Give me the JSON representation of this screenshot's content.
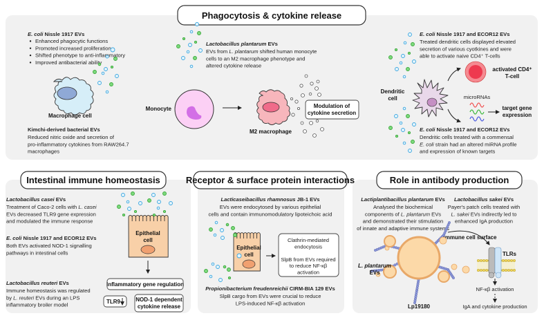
{
  "colors": {
    "panel": "#f1f1f1",
    "ev_green": "#7ed97e",
    "ev_blue": "#e3f4fc",
    "macrophage": "#d6eef8",
    "monocyte": "#fcd0f5",
    "m2_macrophage": "#f7b6bc",
    "dendritic": "#e9d8ea",
    "t_cell": "#ee3a4f",
    "epithelial": "#f8d0a8",
    "plantarum_ev": "#fcd9a8"
  },
  "phagocytosis": {
    "title": "Phagocytosis & cytokine release",
    "nissle": {
      "heading": [
        {
          "i": "E. coli"
        },
        " Nissle 1917 EVs"
      ],
      "bullets": [
        "Enhanced phagocytic functions",
        "Promoted increased proliferation",
        "Shifted phenotype to anti-inflammatory",
        "Improved antibacterial ability"
      ]
    },
    "macrophage_label": "Macrophage cell",
    "kimchi": {
      "heading": [
        "Kimchi-derived bacterial EVs"
      ],
      "lines": [
        [
          "Reduced nitric oxide and secretion of"
        ],
        [
          "pro-inflammatory cytokines from RAW264.7"
        ],
        [
          "macrophages"
        ]
      ]
    },
    "plantarum": {
      "heading": [
        {
          "i": "Lactobacillus plantarum"
        },
        " EVs"
      ],
      "lines": [
        [
          "EVs from ",
          {
            "i": "L. plantarum"
          },
          " shifted human monocyte"
        ],
        [
          "cells to an M2 macrophage phenotype and"
        ],
        [
          "altered cytokine release"
        ]
      ]
    },
    "monocyte_label": "Monocyte",
    "m2_label": "M2 macrophage",
    "modulation_box": [
      "Modulation of",
      "cytokine secretion"
    ],
    "dendritic_top": {
      "heading": [
        {
          "i": "E. coli"
        },
        " Nissle 1917 and ECOR12 EVs"
      ],
      "lines": [
        [
          "Treated dendritic cells displayed elevated"
        ],
        [
          "secretion of various cyotkines and were"
        ],
        [
          "able to activate naive CD4⁺ T-cells"
        ]
      ]
    },
    "dendritic_label": [
      "Dendritic",
      "cell"
    ],
    "tcell_label": [
      "activated CD4⁺",
      "T-cell"
    ],
    "microrna_label": "microRNAs",
    "target_label": [
      "target gene",
      "expression"
    ],
    "dendritic_bottom": {
      "heading": [
        {
          "i": "E. coli"
        },
        " Nissle 1917 and ECOR12 EVs"
      ],
      "lines": [
        [
          "Dendritic cells treated with a commensal"
        ],
        [
          {
            "i": "E. coli"
          },
          " strain had an altered miRNA profile"
        ],
        [
          "and expression of known targets"
        ]
      ]
    }
  },
  "intestinal": {
    "title": "Intestinal immune homeostasis",
    "casei": {
      "heading": [
        {
          "i": "Lactobacillus casei"
        },
        " EVs"
      ],
      "lines": [
        [
          "Treatment of Caco-2 cells with ",
          {
            "i": "L. casei"
          }
        ],
        [
          "EVs decreased TLR9 gene expression"
        ],
        [
          "and modulated the immune response"
        ]
      ]
    },
    "nissle": {
      "heading": [
        {
          "i": "E. coli"
        },
        " Nissle 1917 and ECOR12 EVs"
      ],
      "lines": [
        [
          "Both EVs activated NOD-1 signalling"
        ],
        [
          "pathways in intestinal cells"
        ]
      ]
    },
    "reuteri": {
      "heading": [
        {
          "i": "Lactobacillus reuteri"
        },
        " EVs"
      ],
      "lines": [
        [
          "Immune homeostasis was regulated"
        ],
        [
          "by ",
          {
            "i": "L. reuteri"
          },
          " EVs during an LPS"
        ],
        [
          "inflammatory broiler model"
        ]
      ]
    },
    "cell_label": [
      "Epithelial",
      "cell"
    ],
    "inflammatory_box": "Inflammatory gene regulation",
    "tlr9_box": "TLR9",
    "nod1_box": [
      "NOD-1 dependent",
      "cytokine release"
    ]
  },
  "receptor": {
    "title": "Receptor & surface protein interactions",
    "rhamnosus": {
      "heading": [
        {
          "i": "Lacticaseibacillus rhamnosus"
        },
        " JB-1 EVs"
      ],
      "lines": [
        [
          "EVs were endocytosed by various epithelial"
        ],
        [
          "cells and contain immunomodulatory lipoteichoic acid"
        ]
      ]
    },
    "cell_label": [
      "Epithelial",
      "cell"
    ],
    "box_lines": [
      "Clathrin-mediated",
      "endocytosis",
      "",
      "SlpB from EVs required",
      "to reduce NF-κβ",
      "activation"
    ],
    "freudenreichii": {
      "heading": [
        {
          "i": "Propionibacterium freudenreichii"
        },
        " CIRM-BIA 129 EVs"
      ],
      "lines": [
        [
          "SlpB cargo from EVs were crucial to reduce"
        ],
        [
          "LPS-induced NF-κβ activation"
        ]
      ]
    }
  },
  "antibody": {
    "title": "Role in antibody production",
    "plantarum": {
      "heading": [
        {
          "i": "Lactiplantibacillus plantarum"
        },
        " EVs"
      ],
      "lines": [
        [
          "Analysed the biochemical"
        ],
        [
          "components of ",
          {
            "i": "L. plantarum"
          },
          " EVs"
        ],
        [
          "and demonstrated their stimulation"
        ],
        [
          "of innate and adaptive immune systems"
        ]
      ]
    },
    "sakei": {
      "heading": [
        {
          "i": "Lactobacillus sakei"
        },
        " EVs"
      ],
      "lines": [
        [
          "Payer's patch cells treated with"
        ],
        [
          {
            "i": "L. sakei"
          },
          " EVs indirectly led to"
        ],
        [
          "enhanced IgA production"
        ]
      ]
    },
    "ev_label": [
      [
        {
          "i": "L. plantarum"
        }
      ],
      [
        "EVs"
      ]
    ],
    "lp_label": "Lp19180",
    "surface_label": "Immune cell surface",
    "tlrs_label": "TLRs",
    "nfkb_label": "NF-κβ activation",
    "iga_label": "IgA and cytokine production"
  }
}
